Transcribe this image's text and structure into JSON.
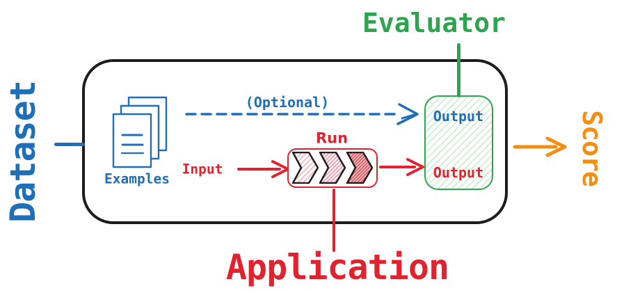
{
  "labels": {
    "dataset": "Dataset",
    "evaluator": "Evaluator",
    "score": "Score",
    "application": "Application",
    "examples": "Examples",
    "optional": "(Optional)",
    "input": "Input",
    "run": "Run",
    "output_evaluator": "Output",
    "output_application": "Output"
  },
  "icons": {
    "examples": "document-stack-icon",
    "run_pipeline": "chevron-pipeline-icon"
  },
  "colors": {
    "blue": "#1e6fb7",
    "green": "#2ea44f",
    "red": "#e0232e",
    "orange": "#f28f13",
    "outline": "#1c1c1c"
  }
}
